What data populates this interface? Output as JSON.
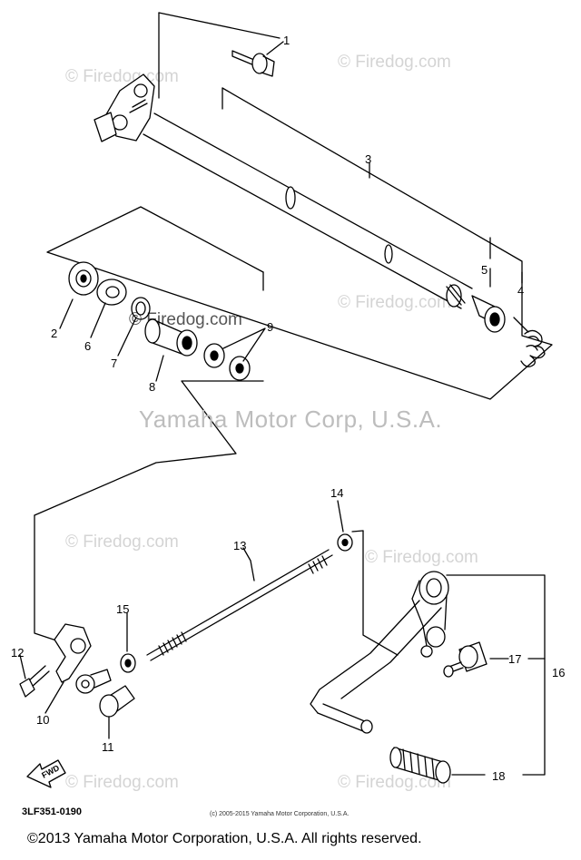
{
  "watermark_text": "© Firedog.com",
  "center_watermark": "Yamaha Motor Corp, U.S.A.",
  "fwd_label": "FWD",
  "part_code": "3LF351-0190",
  "small_copyright": "(c) 2005-2015 Yamaha Motor Corporation, U.S.A.",
  "footer_copyright": "©2013 Yamaha Motor Corporation, U.S.A. All rights reserved.",
  "callouts": [
    "1",
    "2",
    "3",
    "4",
    "5",
    "6",
    "7",
    "8",
    "9",
    "10",
    "11",
    "12",
    "13",
    "14",
    "15",
    "16",
    "17",
    "18"
  ],
  "colors": {
    "line": "#000000",
    "watermark": "#cfcfcf",
    "background": "#ffffff"
  }
}
